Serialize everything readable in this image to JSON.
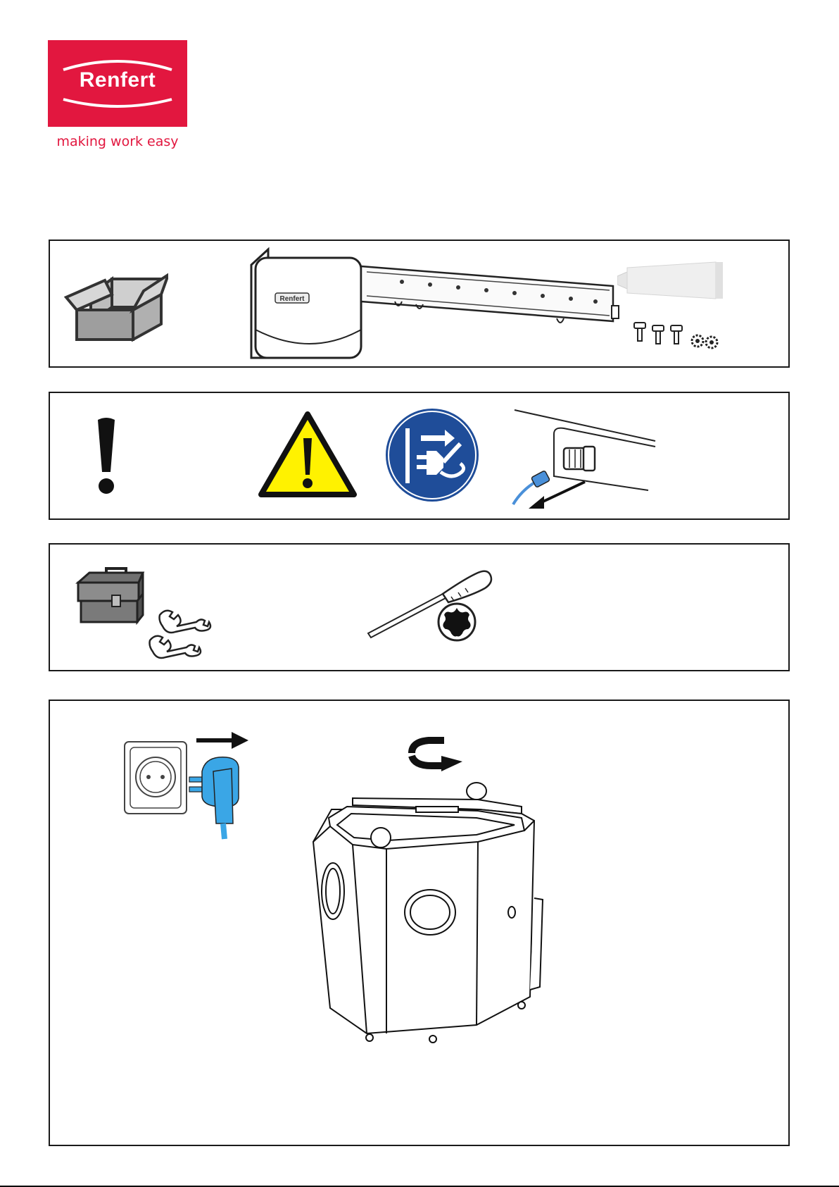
{
  "brand": {
    "name": "Renfert",
    "tagline": "making work easy",
    "color": "#e2173f"
  },
  "panels": [
    {
      "id": "scope-of-delivery",
      "icons": [
        "open-box-icon",
        "filter-unit-illustration",
        "lubricant-tube-illustration",
        "screws-illustration",
        "washers-illustration"
      ]
    },
    {
      "id": "safety",
      "icons": [
        "exclamation-icon",
        "warning-triangle-icon",
        "disconnect-mains-plug-icon",
        "disconnect-air-hose-illustration"
      ]
    },
    {
      "id": "tools",
      "icons": [
        "toolbox-icon",
        "wrench-icon",
        "screwdriver-icon",
        "torx-icon"
      ]
    },
    {
      "id": "step-1",
      "icons": [
        "wall-socket-illustration",
        "mains-plug-illustration",
        "arrow-right-icon",
        "rotate-arrow-icon",
        "sandblaster-unit-illustration"
      ]
    }
  ],
  "colors": {
    "warning_yellow": "#fff200",
    "mandatory_blue": "#1f4d99",
    "plug_blue": "#3aa6e6",
    "hose_blue": "#4a90d9"
  }
}
